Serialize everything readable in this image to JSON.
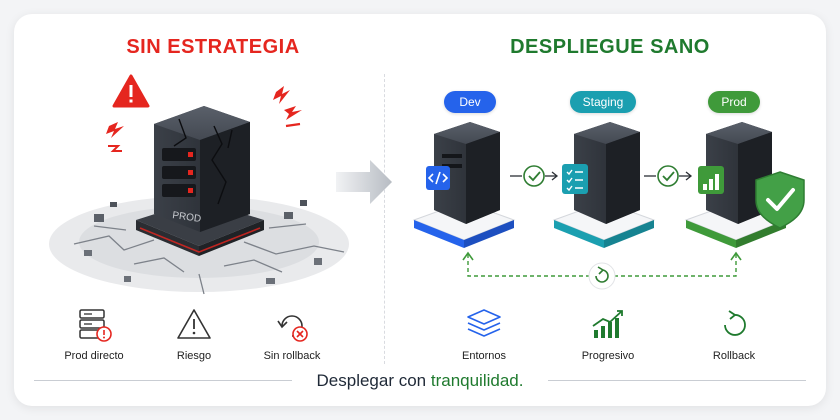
{
  "left": {
    "title": "SIN ESTRATEGIA",
    "server_label": "PROD",
    "features": [
      {
        "label": "Prod directo",
        "icon": "server-alert-icon"
      },
      {
        "label": "Riesgo",
        "icon": "warning-triangle-icon"
      },
      {
        "label": "Sin rollback",
        "icon": "rollback-blocked-icon"
      }
    ]
  },
  "right": {
    "title": "DESPLIEGUE SANO",
    "stages": [
      {
        "label": "Dev",
        "color": "#2563eb",
        "icon": "code-icon"
      },
      {
        "label": "Staging",
        "color": "#1b9fb0",
        "icon": "checklist-icon"
      },
      {
        "label": "Prod",
        "color": "#3f9a3a",
        "icon": "chart-up-icon"
      }
    ],
    "features": [
      {
        "label": "Entornos",
        "icon": "layers-icon"
      },
      {
        "label": "Progresivo",
        "icon": "progress-chart-icon"
      },
      {
        "label": "Rollback",
        "icon": "rollback-icon"
      }
    ]
  },
  "footer": {
    "text_plain": "Desplegar con ",
    "text_accent": "tranquilidad."
  },
  "colors": {
    "danger": "#e5261f",
    "success": "#1f7a2e",
    "dev": "#2563eb",
    "staging": "#1b9fb0",
    "prod": "#3f9a3a"
  }
}
